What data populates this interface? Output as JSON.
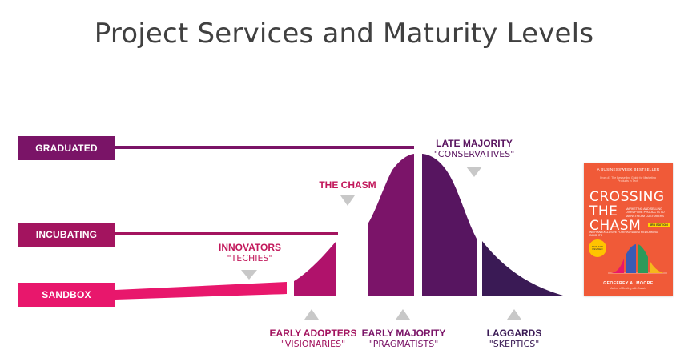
{
  "title": "Project Services and Maturity Levels",
  "levels": [
    {
      "label": "GRADUATED",
      "color": "#7a1467"
    },
    {
      "label": "INCUBATING",
      "color": "#a3145f"
    },
    {
      "label": "SANDBOX",
      "color": "#e8176c"
    }
  ],
  "curve_labels": {
    "innovators": {
      "name": "INNOVATORS",
      "alias": "\"TECHIES\"",
      "color": "#c2185b"
    },
    "chasm": {
      "name": "THE CHASM",
      "color": "#c2185b"
    },
    "early_adopters": {
      "name": "EARLY ADOPTERS",
      "alias": "\"VISIONARIES\"",
      "color": "#a3145f"
    },
    "early_majority": {
      "name": "EARLY MAJORITY",
      "alias": "\"PRAGMATISTS\"",
      "color": "#7a1467"
    },
    "late_majority": {
      "name": "LATE MAJORITY",
      "alias": "\"CONSERVATIVES\"",
      "color": "#5a1560"
    },
    "laggards": {
      "name": "LAGGARDS",
      "alias": "\"SKEPTICS\"",
      "color": "#3a1a55"
    }
  },
  "segment_colors": {
    "innovators": "#e8176c",
    "early_adopters": "#b0126b",
    "early_majority": "#7b1469",
    "late_majority": "#571560",
    "laggards": "#3a1a55"
  },
  "pointer_color": "#c8c8c8",
  "book": {
    "tagline": "A BUSINESSWEEK BESTSELLER",
    "subtitle": "From #1 The Bestselling Guide for Marketing Products in Tech",
    "title_lines": [
      "CROSSING",
      "THE",
      "CHASM"
    ],
    "description": "MARKETING AND SELLING DISRUPTIVE PRODUCTS TO MAINSTREAM CUSTOMERS",
    "edition": "3RD EDITION",
    "line2": "WITH AN EXCLUSIVE FOREWORD AND REWORKING INSIGHTS",
    "seal": "NEW AND REVISED",
    "author": "GEOFFREY A. MOORE",
    "author_note": "Author of Dealing with Darwin",
    "background": "#f05a38"
  }
}
